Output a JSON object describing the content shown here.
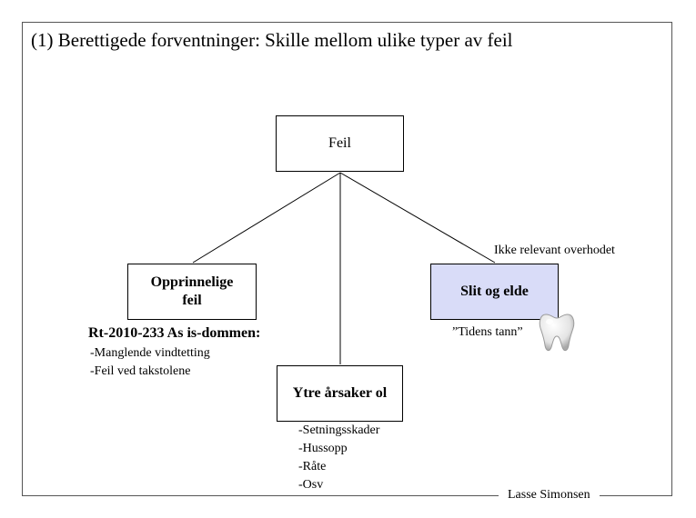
{
  "title": "(1) Berettigede forventninger: Skille mellom ulike typer av feil",
  "nodes": {
    "root": "Feil",
    "left_line1": "Opprinnelige",
    "left_line2": "feil",
    "middle": "Ytre årsaker ol",
    "right": "Slit og elde"
  },
  "annotations": {
    "right_top": "Ikke relevant overhodet",
    "left_heading": "Rt-2010-233 As is-dommen:",
    "left_items": [
      "-Manglende vindtetting",
      "-Feil ved takstolene"
    ],
    "right_bottom": "”Tidens tann”",
    "middle_items": [
      "-Setningsskader",
      "-Hussopp",
      "-Råte",
      "-Osv"
    ]
  },
  "author": "Lasse Simonsen",
  "colors": {
    "highlight_box": "#d9dcf8",
    "border": "#000000"
  },
  "icons": [
    "tooth-icon"
  ]
}
